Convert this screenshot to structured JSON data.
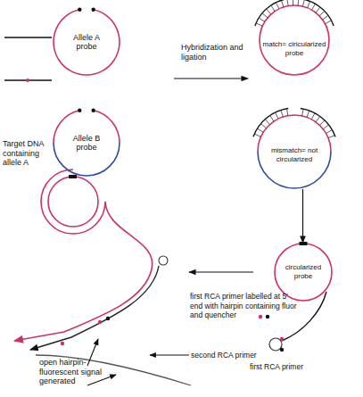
{
  "diagram": {
    "nodes": [
      {
        "text": [
          "Allele A probe"
        ]
      },
      {
        "text": [
          "Allele B probe"
        ]
      },
      {
        "text": [
          "match= ciricularized probe"
        ]
      },
      {
        "text": [
          "mismatch= not circularized"
        ]
      },
      {
        "text": [
          "circularized probe"
        ]
      }
    ],
    "edges": [
      {
        "from": 3,
        "to": 4,
        "arrow": "to"
      }
    ],
    "labels": [
      "Target DNA containing allele A",
      "Hybridization and ligation",
      "first RCA primer labelled at 5' end with hairpin containing fluor and quencher",
      "second RCA primer",
      "open hairpin- fluorescent signal generated",
      "first RCA primer"
    ]
  }
}
